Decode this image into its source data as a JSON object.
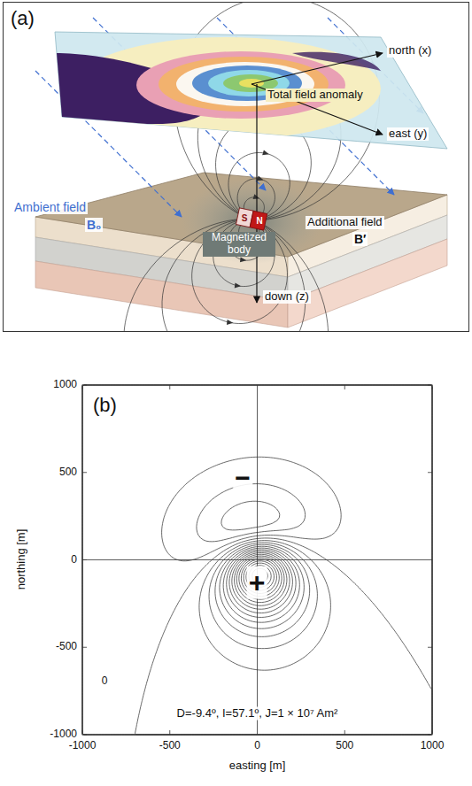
{
  "diagram": {
    "labels": [
      "(a)",
      "north (x)",
      "east (y)",
      "Total field anomaly",
      "Ambient field",
      "B₀",
      "S",
      "N",
      "Magnetized body",
      "Additional field",
      "B′",
      "down (z)",
      "(b)",
      "1000",
      "500",
      "0",
      "-500",
      "-1000",
      "-1000",
      "-500",
      "0",
      "500",
      "1000",
      "northing [m]",
      "easting [m]",
      "−",
      "+",
      "0",
      "D=-9.4º, I=57.1º, J=1 × 10⁷ Am²"
    ]
  }
}
